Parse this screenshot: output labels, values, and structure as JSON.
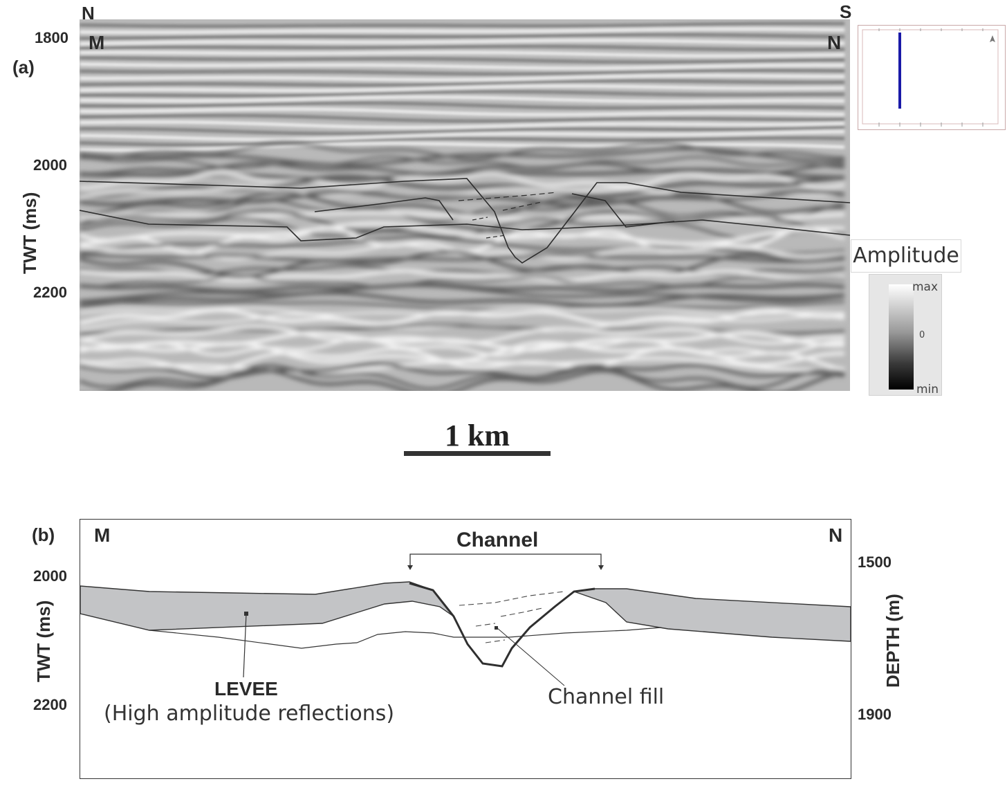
{
  "panel_a": {
    "label": "(a)",
    "compass_left": "N",
    "compass_right": "S",
    "end_left": "M",
    "end_right": "N",
    "y_axis_label": "TWT (ms)",
    "y_ticks": [
      "1800",
      "2000",
      "2200"
    ],
    "legend": {
      "title": "Amplitude",
      "max_label": "max",
      "mid_label": "0",
      "min_label": "min"
    }
  },
  "scale_bar": {
    "label": "1 km"
  },
  "panel_b": {
    "label": "(b)",
    "end_left": "M",
    "end_right": "N",
    "left_axis_label": "TWT (ms)",
    "left_ticks": [
      "2000",
      "2200"
    ],
    "right_axis_label": "DEPTH (m)",
    "right_ticks": [
      "1500",
      "1900"
    ],
    "channel_label": "Channel",
    "levee_label": "LEVEE",
    "levee_sublabel": "(High amplitude reflections)",
    "channel_fill_label": "Channel fill",
    "levee_fill_color": "#c3c4c6"
  }
}
